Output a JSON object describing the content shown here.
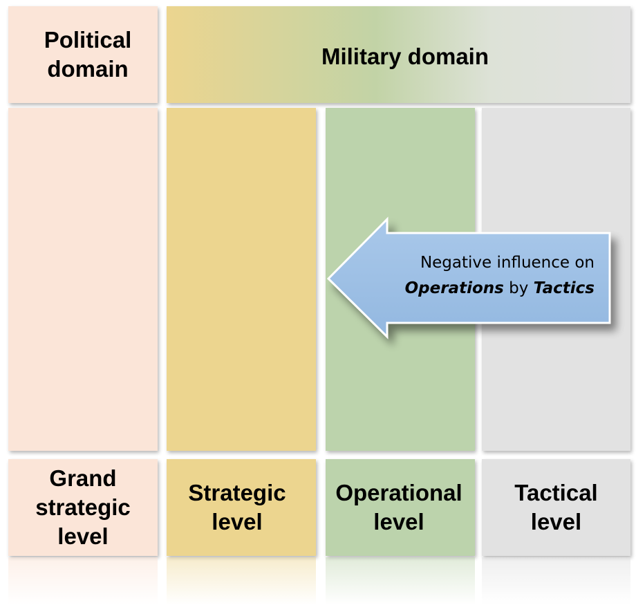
{
  "header": {
    "political_domain": "Political\ndomain",
    "military_domain": "Military domain"
  },
  "levels": {
    "grand_strategic": "Grand\nstrategic\nlevel",
    "strategic": "Strategic\nlevel",
    "operational": "Operational\nlevel",
    "tactical": "Tactical\nlevel"
  },
  "arrow": {
    "line1": "Negative influence on",
    "operations": "Operations",
    "by": " by ",
    "tactics": "Tactics",
    "direction": "left"
  },
  "colors": {
    "political": "#fbe5d8",
    "strategic": "#ecd58f",
    "operational": "#bcd3ac",
    "tactical": "#e2e2e2",
    "arrow_fill": "#9fc1e6"
  }
}
